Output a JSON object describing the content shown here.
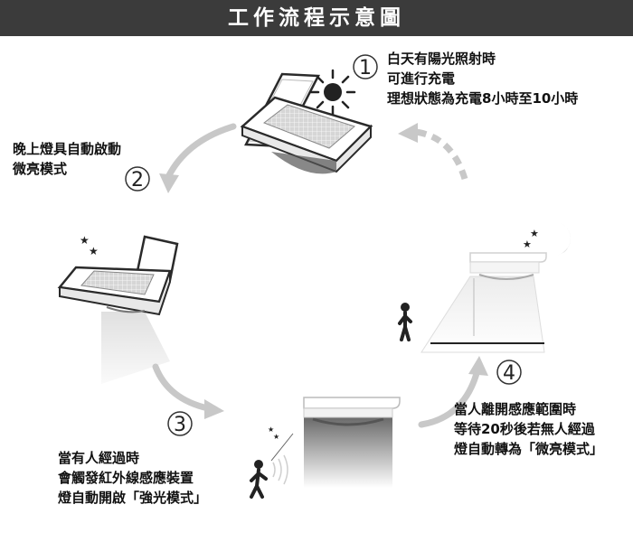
{
  "title": "工作流程示意圖",
  "steps": [
    {
      "number": "1",
      "lines": [
        "白天有陽光照射時",
        "可進行充電",
        "理想狀態為充電8小時至10小時"
      ]
    },
    {
      "number": "2",
      "lines": [
        "晚上燈具自動啟動",
        "微亮模式"
      ]
    },
    {
      "number": "3",
      "lines": [
        "當有人經過時",
        "會觸發紅外線感應裝置",
        "燈自動開啟「強光模式」"
      ]
    },
    {
      "number": "4",
      "lines": [
        "當人離開感應範圍時",
        "等待20秒後若無人經過",
        "燈自動轉為「微亮模式」"
      ]
    }
  ],
  "colors": {
    "title_bar": "#3b3b3b",
    "arrow": "#c8c8c8",
    "text": "#111111"
  }
}
